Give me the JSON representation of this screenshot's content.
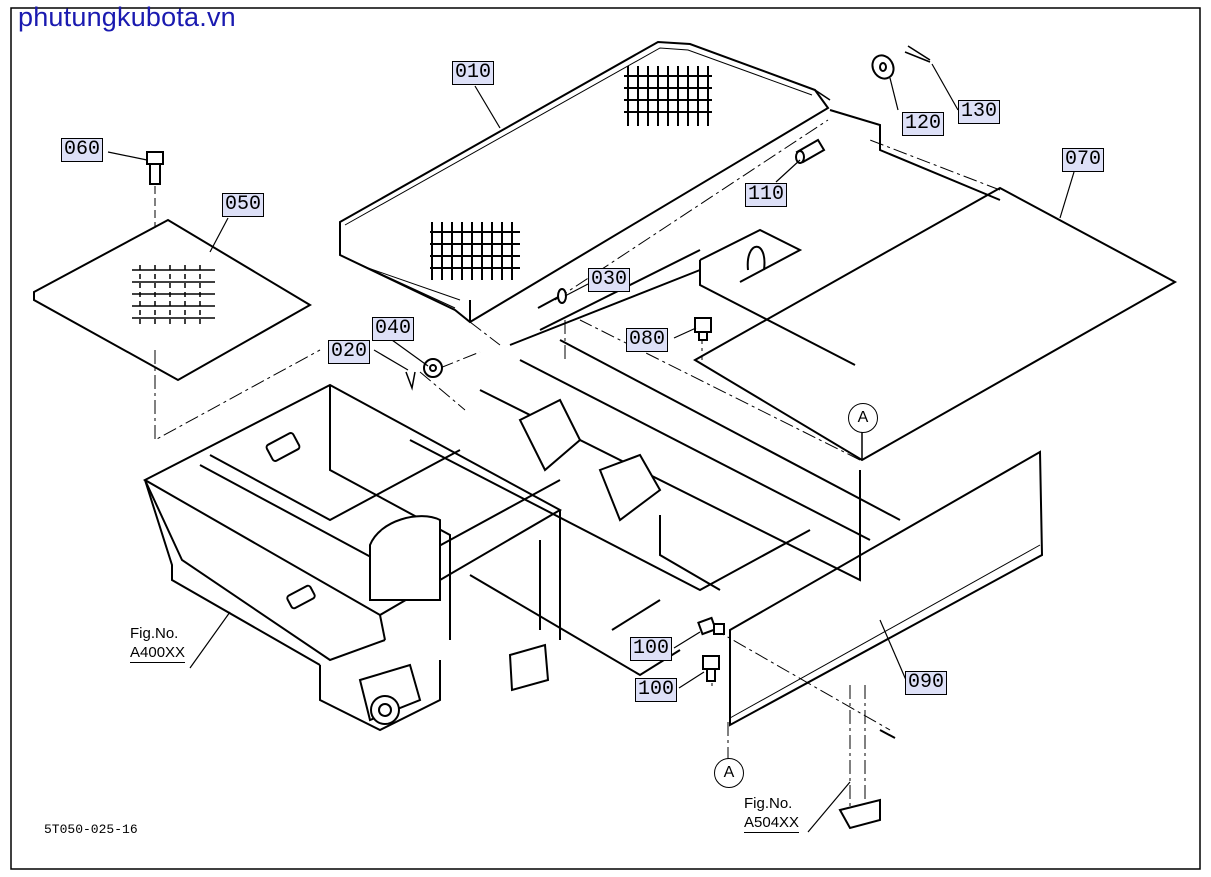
{
  "watermark": "phutungkubota.vn",
  "diagram_code": "5T050-025-16",
  "callouts": {
    "p010": "010",
    "p020": "020",
    "p030": "030",
    "p040": "040",
    "p050": "050",
    "p060": "060",
    "p070": "070",
    "p080": "080",
    "p090": "090",
    "p100a": "100",
    "p100b": "100",
    "p110": "110",
    "p120": "120",
    "p130": "130"
  },
  "figrefs": {
    "left": {
      "label": "Fig.No.",
      "code": "A400XX"
    },
    "right": {
      "label": "Fig.No.",
      "code": "A504XX"
    }
  },
  "markers": {
    "a1": "A",
    "a2": "A"
  },
  "colors": {
    "callout_fill": "#dde0f7",
    "watermark": "#1a1ab0",
    "line": "#000000"
  }
}
